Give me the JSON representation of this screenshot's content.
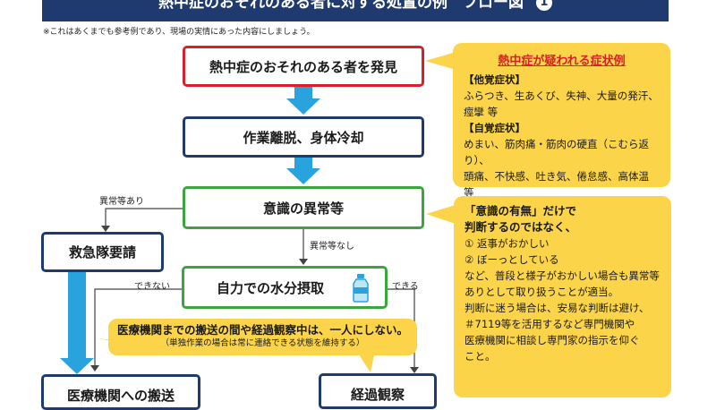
{
  "header": {
    "title": "熱中症のおそれのある者に対する処置の例　フロー図",
    "number": "1"
  },
  "note": "※これはあくまでも参考例であり、現場の実情にあった内容にしましょう。",
  "flow": {
    "discover": "熱中症のおそれのある者を発見",
    "cool": "作業離脱、身体冷却",
    "consciousness": "意識の異常等",
    "ambulance": "救急隊要請",
    "hydrate": "自力での水分摂取",
    "transport": "医療機関への搬送",
    "observe": "経過観察"
  },
  "labels": {
    "abnormal_yes": "異常等あり",
    "abnormal_no": "異常等なし",
    "cannot": "できない",
    "can": "できる"
  },
  "callout": {
    "main": "医療機関までの搬送の間や経過観察中は、一人にしない。",
    "sub": "（単独作業の場合は常に連絡できる状態を維持する）"
  },
  "symptoms": {
    "title": "熱中症が疑われる症状例",
    "other_heading": "【他覚症状】",
    "other_lines": [
      "ふらつき、生あくび、失神、大量の発汗、",
      "痙攣 等"
    ],
    "self_heading": "【自覚症状】",
    "self_lines": [
      "めまい、筋肉痛・筋肉の硬直（こむら返り）、",
      "頭痛、不快感、吐き気、倦怠感、高体温 等"
    ]
  },
  "judgement": {
    "heading_lines": [
      "「意識の有無」だけで",
      "判断するのではなく、"
    ],
    "items": [
      "① 返事がおかしい",
      "② ぼーっとしている"
    ],
    "body_lines": [
      "など、普段と様子がおかしい場合も異常等",
      "ありとして取り扱うことが適当。",
      "判断に迷う場合は、安易な判断は避け、",
      "＃7119等を活用するなど専門機関や",
      "医療機関に相談し専門家の指示を仰ぐ",
      "こと。"
    ]
  },
  "colors": {
    "navy": "#1f3a6e",
    "red": "#d8202a",
    "green": "#3ba53e",
    "yellow": "#fbd44a",
    "arrow": "#29a3dd"
  }
}
